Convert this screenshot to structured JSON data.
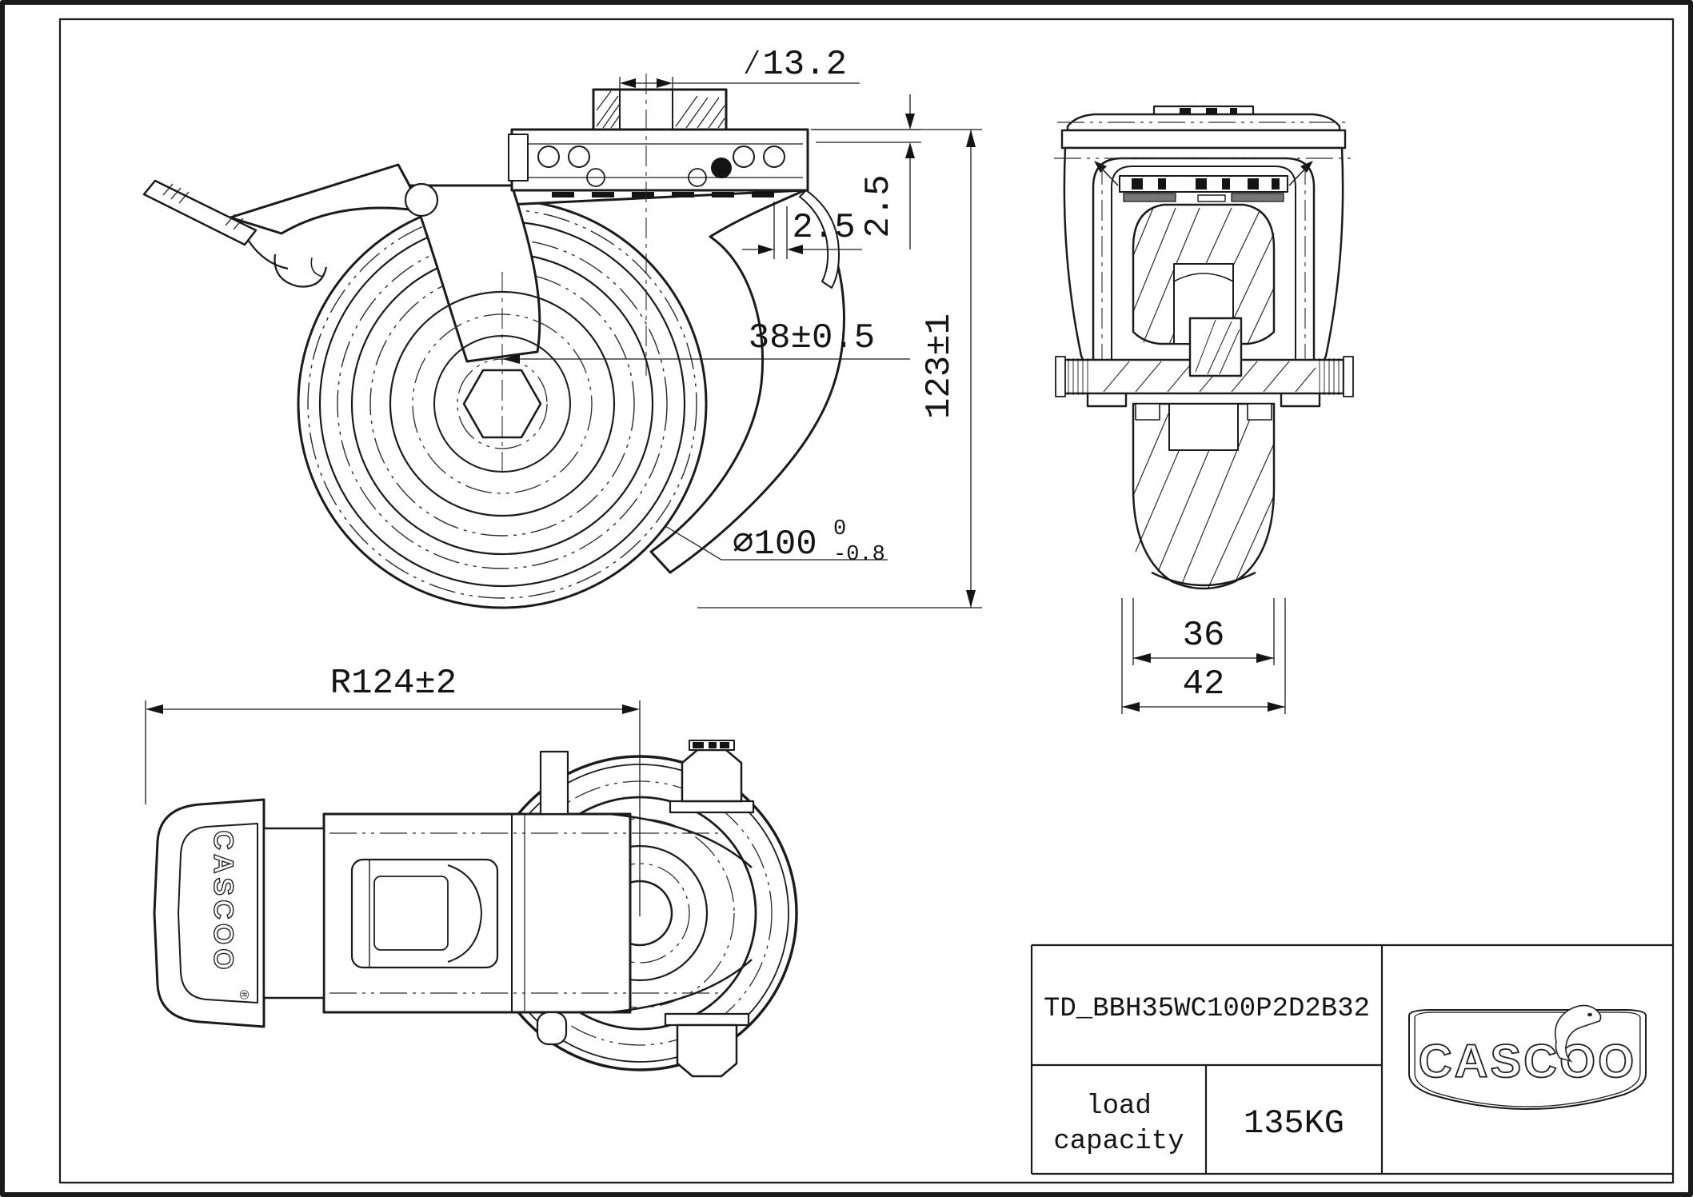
{
  "drawing": {
    "part_number": "TD_BBH35WC100P2D2B32",
    "title_block": {
      "load_label_line1": "load",
      "load_label_line2": "capacity",
      "load_capacity_value": "135KG"
    },
    "brand": {
      "name": "CASCOO"
    },
    "pedal": {
      "label": "CASCOO",
      "registered_mark": "®"
    },
    "dimensions": {
      "stem_hole_diameter": "∕13.2",
      "top_plate_thickness": "2.5",
      "lip_offset": "2.5",
      "swivel_offset": "38±0.5",
      "overall_height": "123±1",
      "wheel_diameter": "∅100",
      "wheel_diameter_tol_upper": "0",
      "wheel_diameter_tol_lower": "-0.8",
      "hub_width": "36",
      "overall_width": "42",
      "swivel_radius": "R124±2"
    },
    "colors": {
      "line": "#1b1b1b",
      "background": "#ffffff"
    }
  }
}
